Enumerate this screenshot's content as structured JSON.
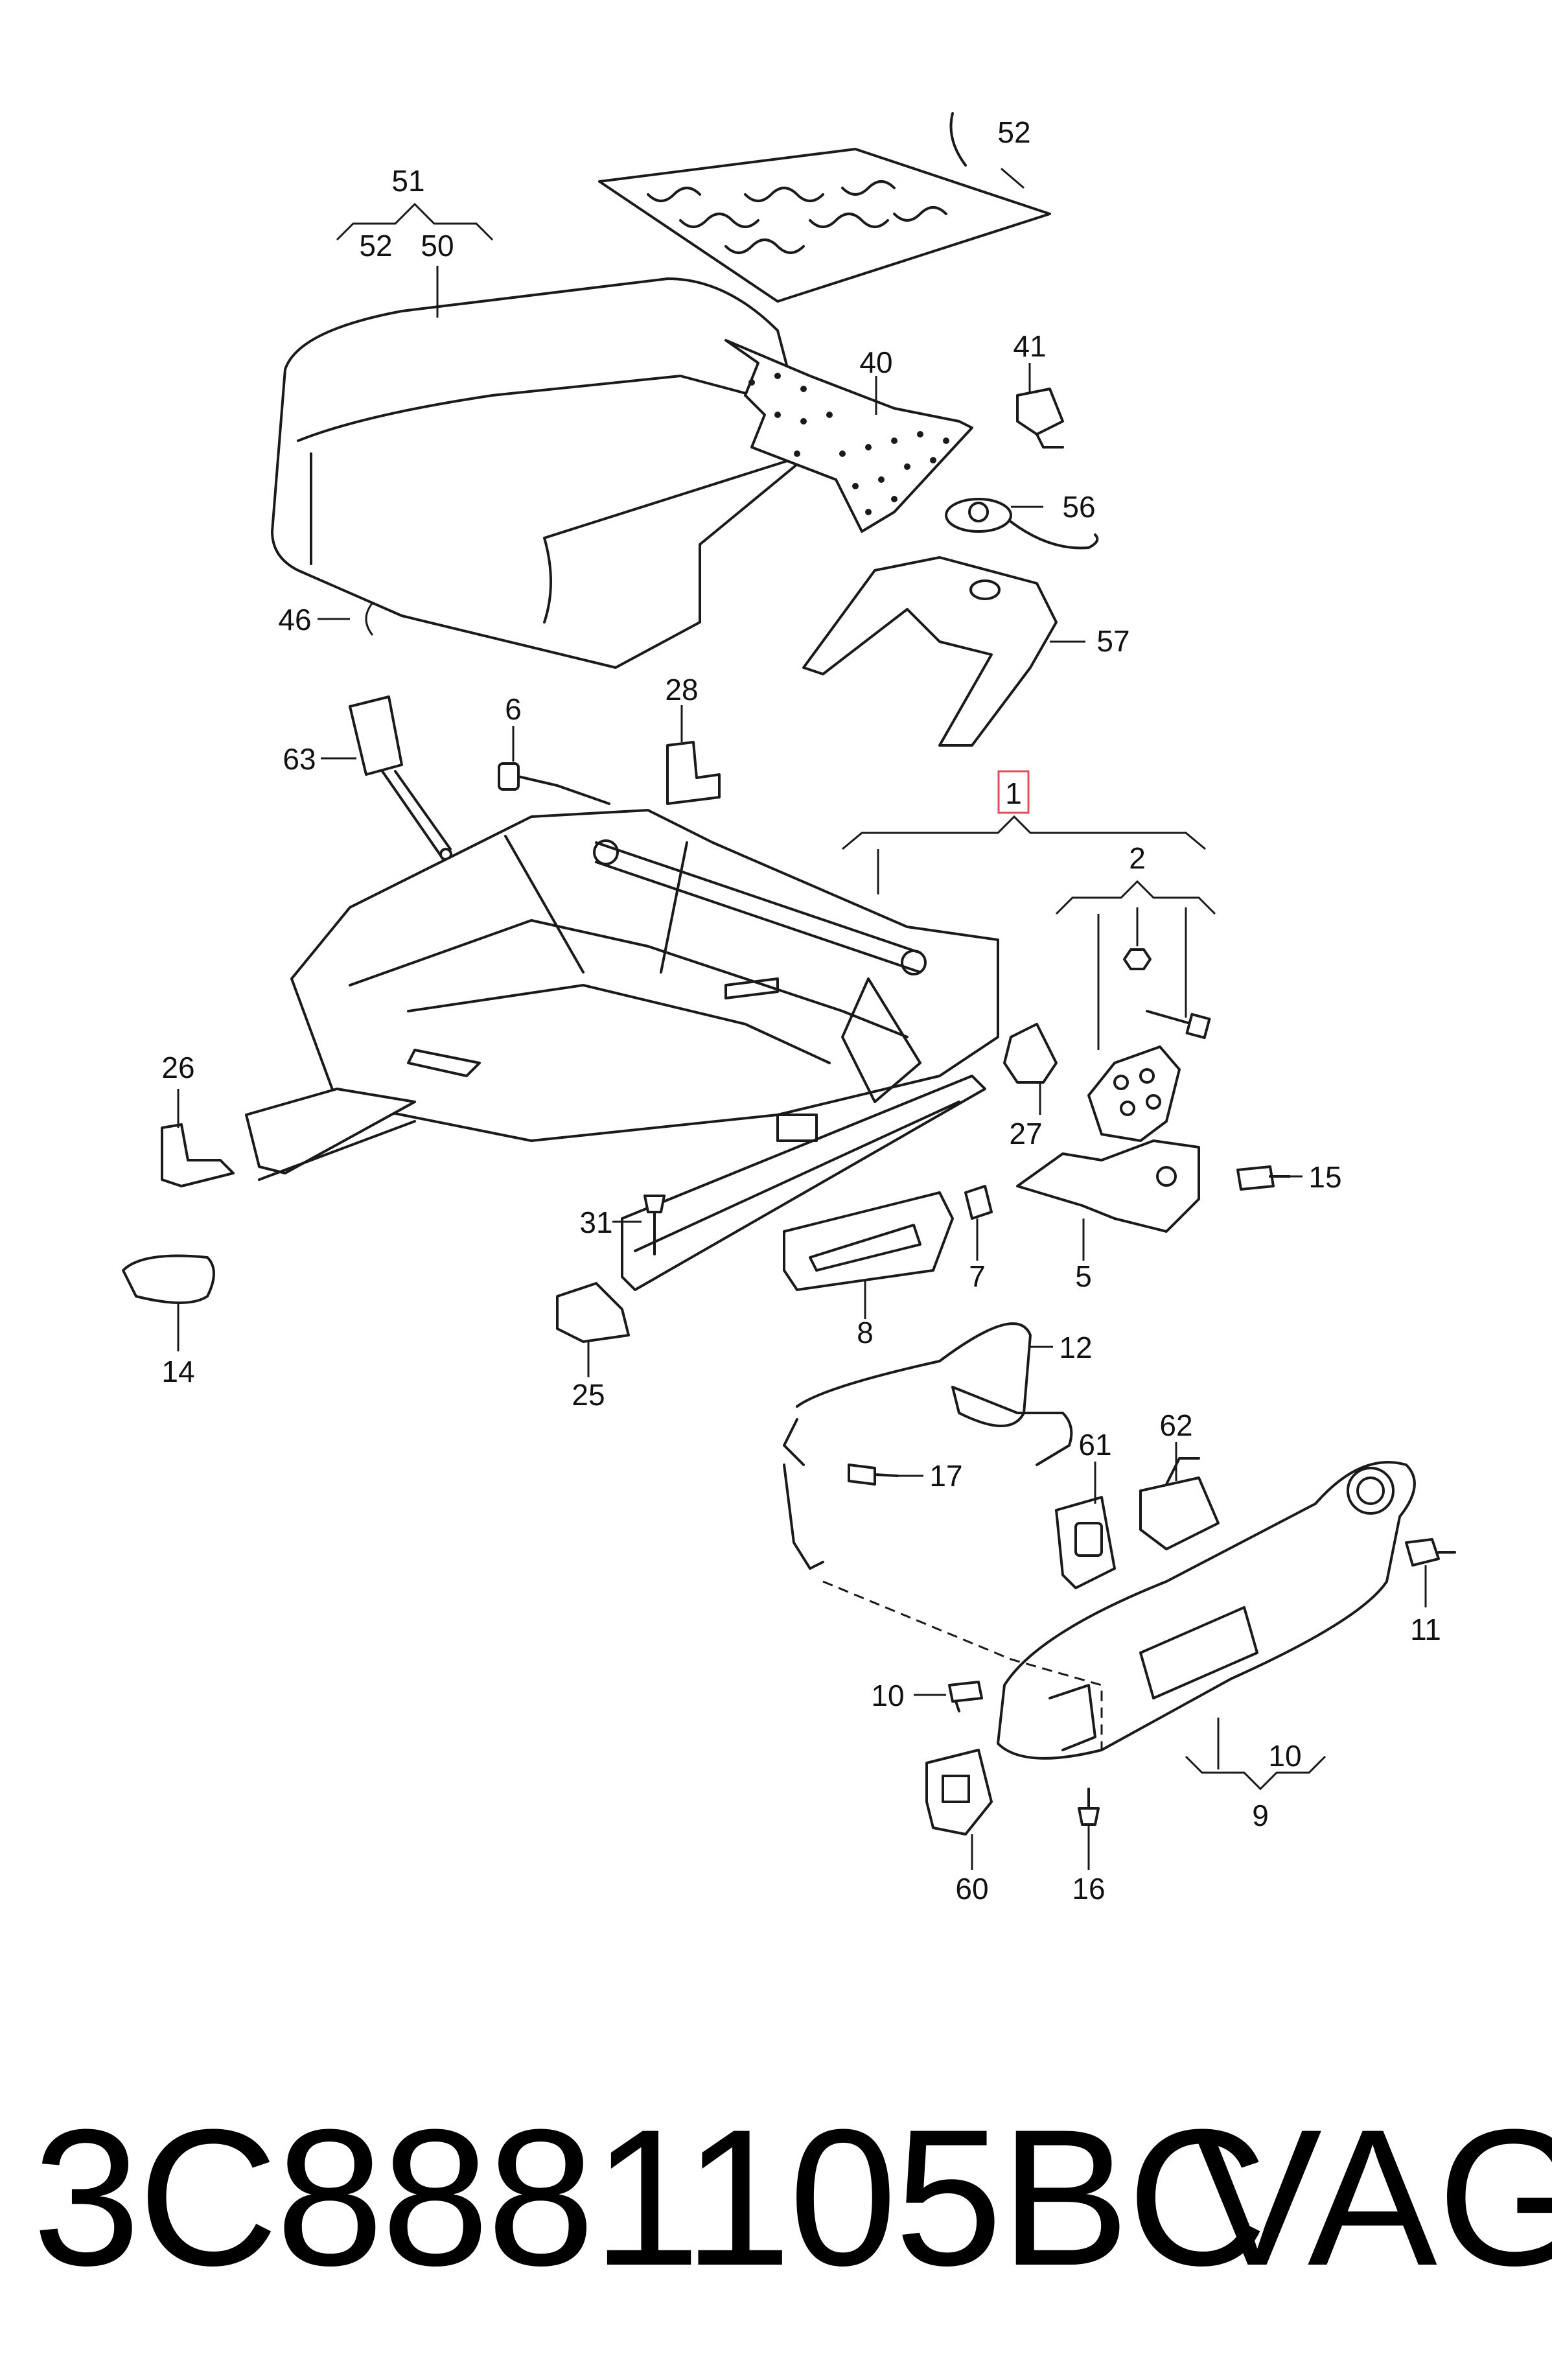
{
  "diagram": {
    "callouts": {
      "c51": "51",
      "c52a": "52",
      "c50": "50",
      "c52b": "52",
      "c40": "40",
      "c41": "41",
      "c56": "56",
      "c57": "57",
      "c46": "46",
      "c6": "6",
      "c28": "28",
      "c63": "63",
      "c1": "1",
      "c2": "2",
      "c26": "26",
      "c27": "27",
      "c15": "15",
      "c31": "31",
      "c7": "7",
      "c5": "5",
      "c8": "8",
      "c14": "14",
      "c25": "25",
      "c12": "12",
      "c62": "62",
      "c61": "61",
      "c17": "17",
      "c11": "11",
      "c10a": "10",
      "c10b": "10",
      "c9": "9",
      "c60": "60",
      "c16": "16"
    },
    "highlight_color": "#e0505a"
  },
  "footer": {
    "part_number": "3C8881105BC",
    "brand": "VAG"
  }
}
